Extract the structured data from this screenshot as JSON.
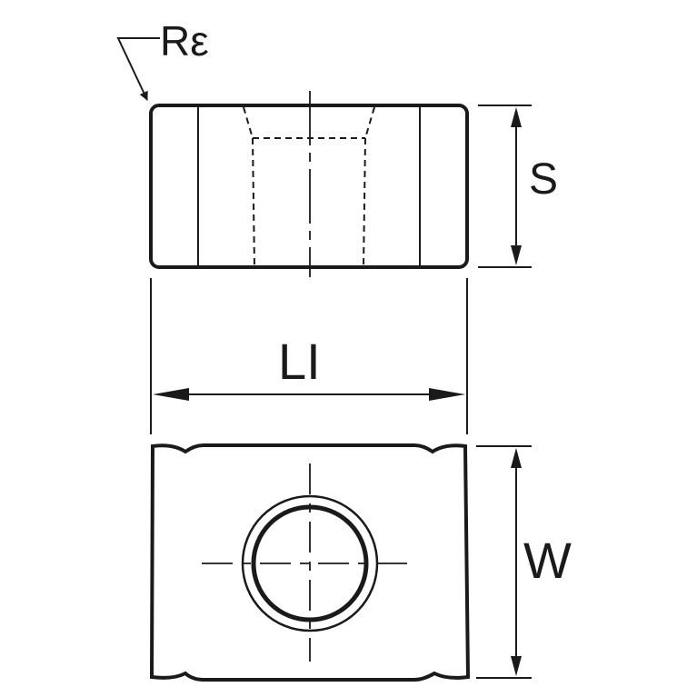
{
  "labels": {
    "corner_radius": "Rε",
    "thickness": "S",
    "length": "LI",
    "width": "W"
  },
  "colors": {
    "line": "#1a1a1a",
    "background": "#ffffff"
  }
}
